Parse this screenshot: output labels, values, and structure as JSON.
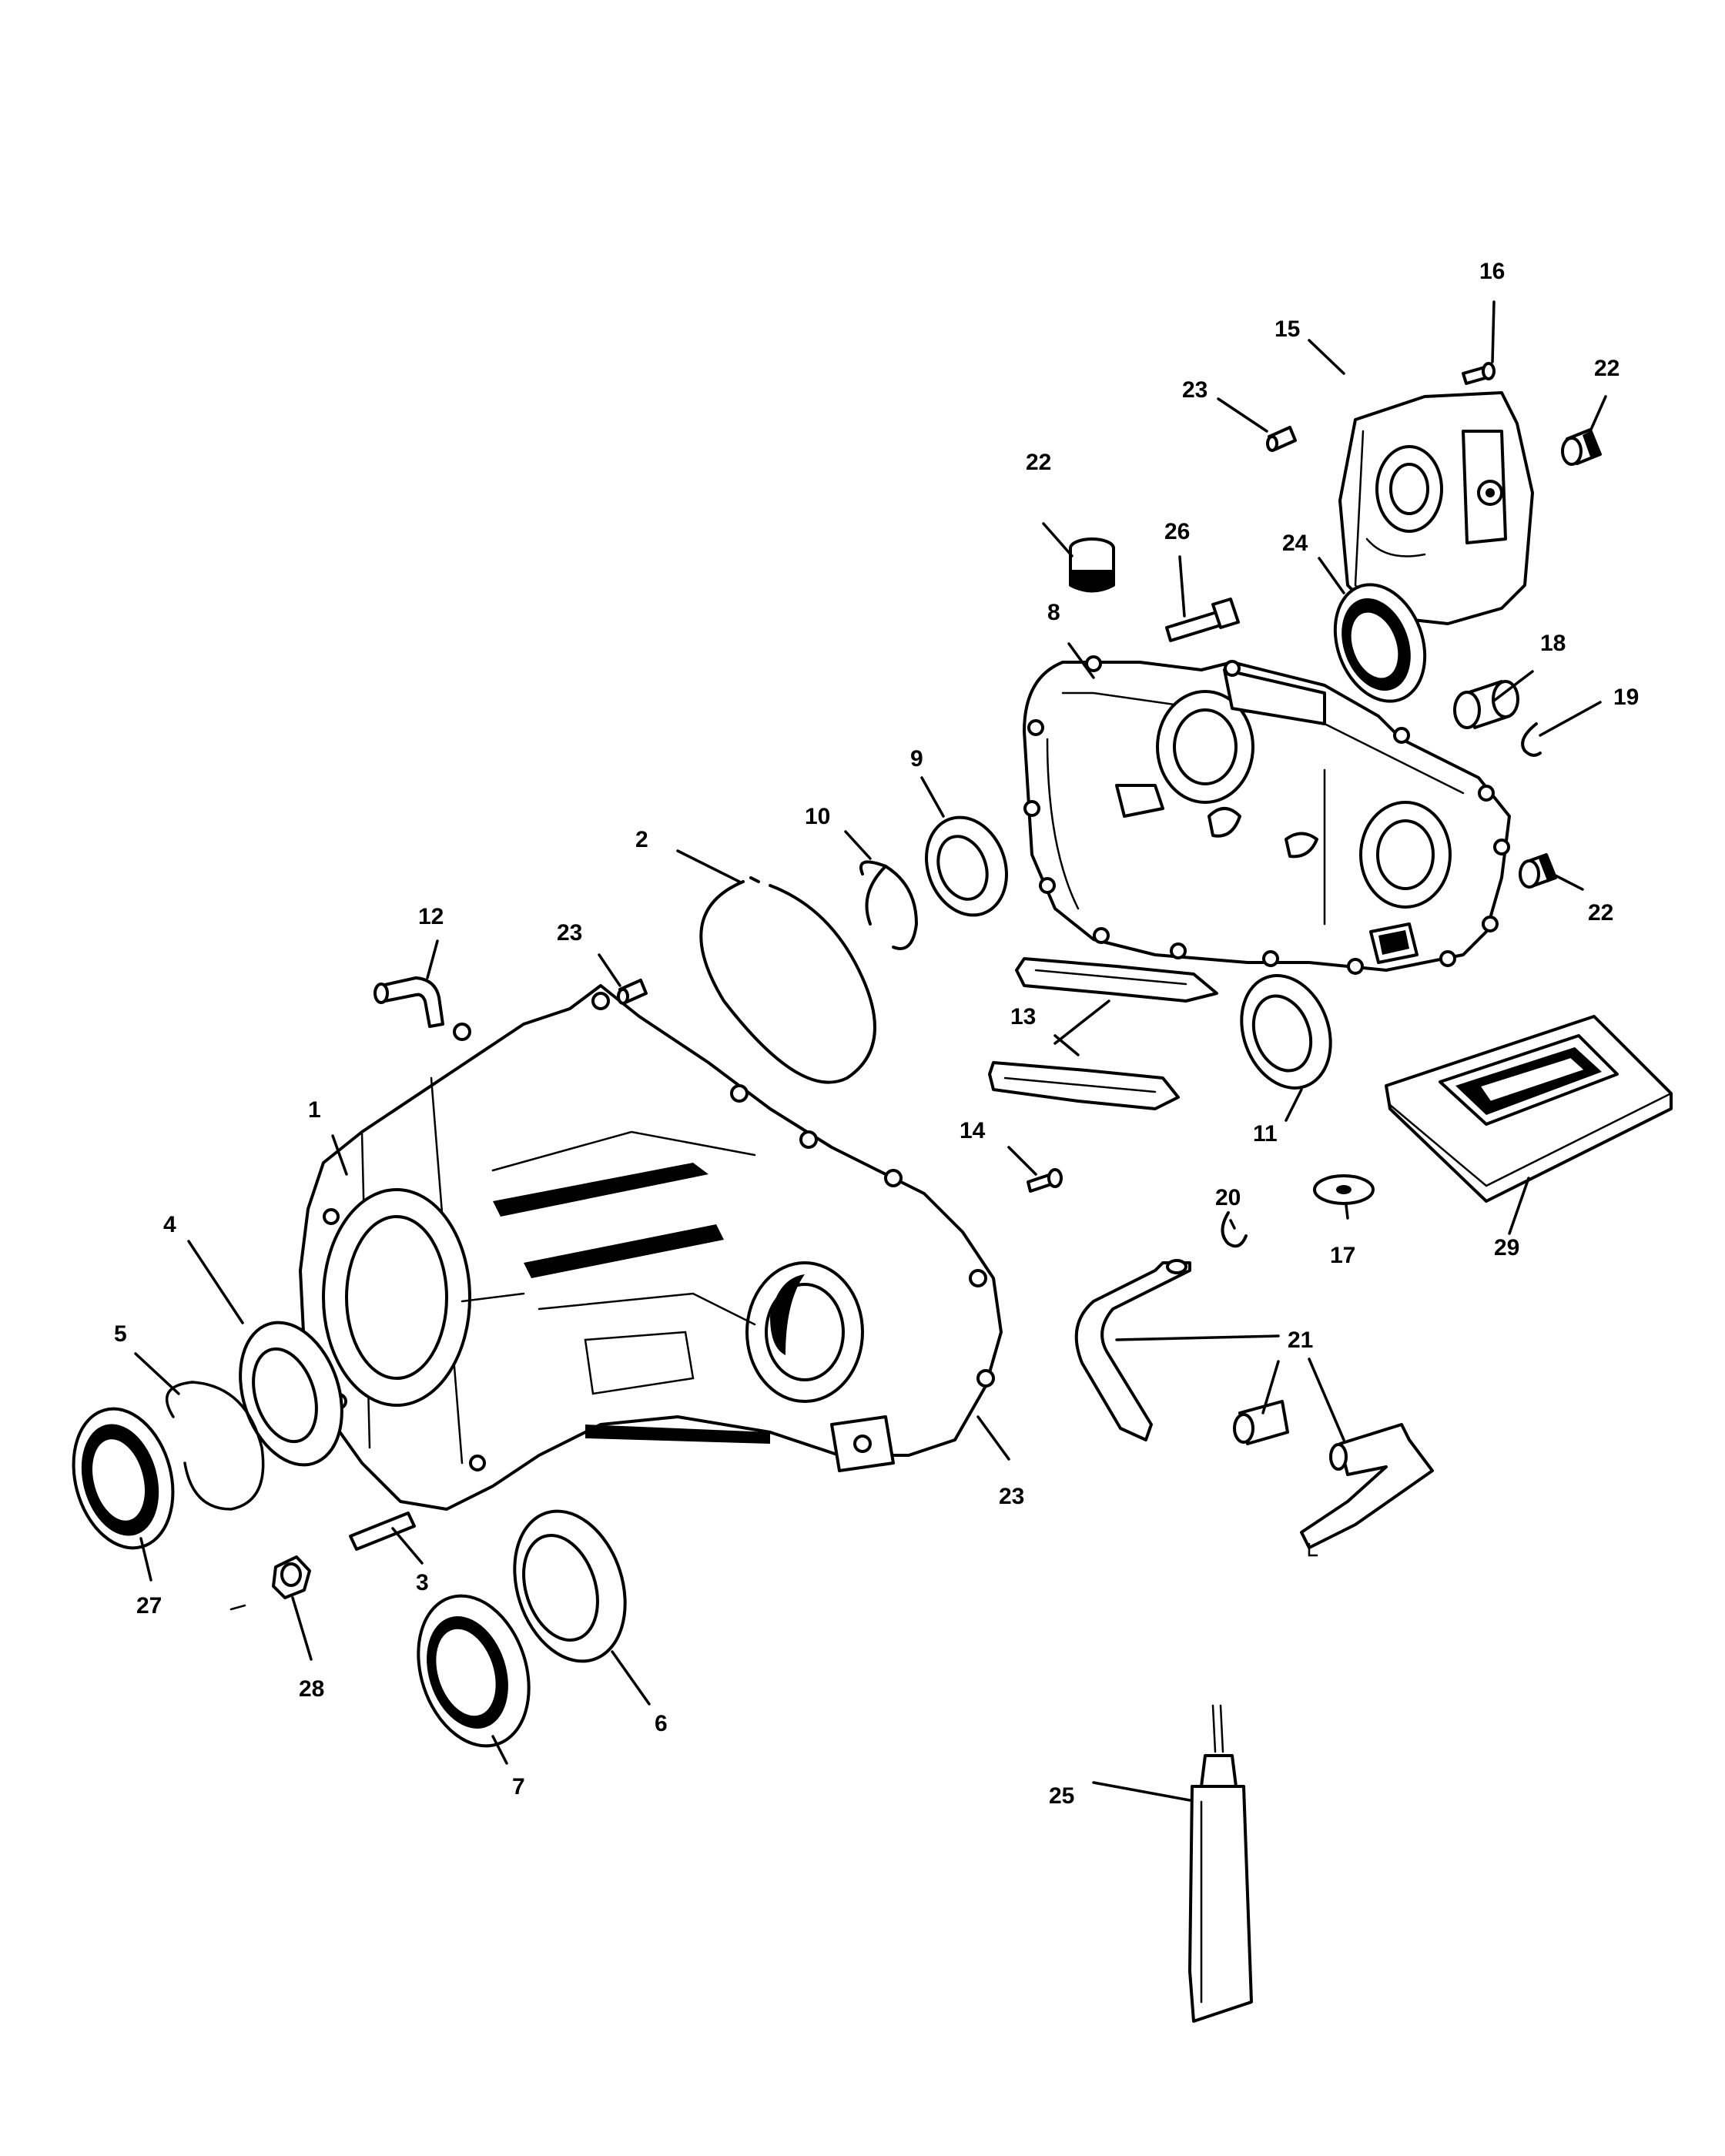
{
  "diagram": {
    "callouts": {
      "c1": "1",
      "c2": "2",
      "c3": "3",
      "c4": "4",
      "c5": "5",
      "c6": "6",
      "c7": "7",
      "c8": "8",
      "c9": "9",
      "c10": "10",
      "c11": "11",
      "c12": "12",
      "c13": "13",
      "c14": "14",
      "c15": "15",
      "c16": "16",
      "c17": "17",
      "c18": "18",
      "c19": "19",
      "c20": "20",
      "c21": "21",
      "c22a": "22",
      "c22b": "22",
      "c22c": "22",
      "c23a": "23",
      "c23b": "23",
      "c23c": "23",
      "c24": "24",
      "c25": "25",
      "c26": "26",
      "c27": "27",
      "c28": "28",
      "c29": "29"
    }
  }
}
